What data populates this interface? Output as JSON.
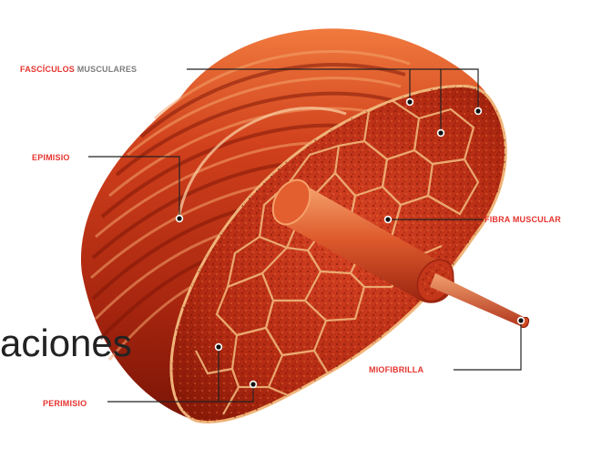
{
  "labels": {
    "fasciculos_red": "FASCÍCULOS",
    "fasciculos_gray": "MUSCULARES",
    "epimisio": "EPIMISIO",
    "fibra_muscular": "FIBRA MUSCULAR",
    "miofibrilla": "MIOFIBRILLA",
    "perimisio": "PERIMISIO"
  },
  "background_text": "aciones",
  "colors": {
    "label_red": "#e5342f",
    "label_gray": "#7c7c7c",
    "muscle_dark": "#8e1a0b",
    "muscle_mid": "#c4361a",
    "muscle_light": "#e2542a",
    "fascicle_border": "#f0b57a",
    "leader_line": "#222222"
  }
}
